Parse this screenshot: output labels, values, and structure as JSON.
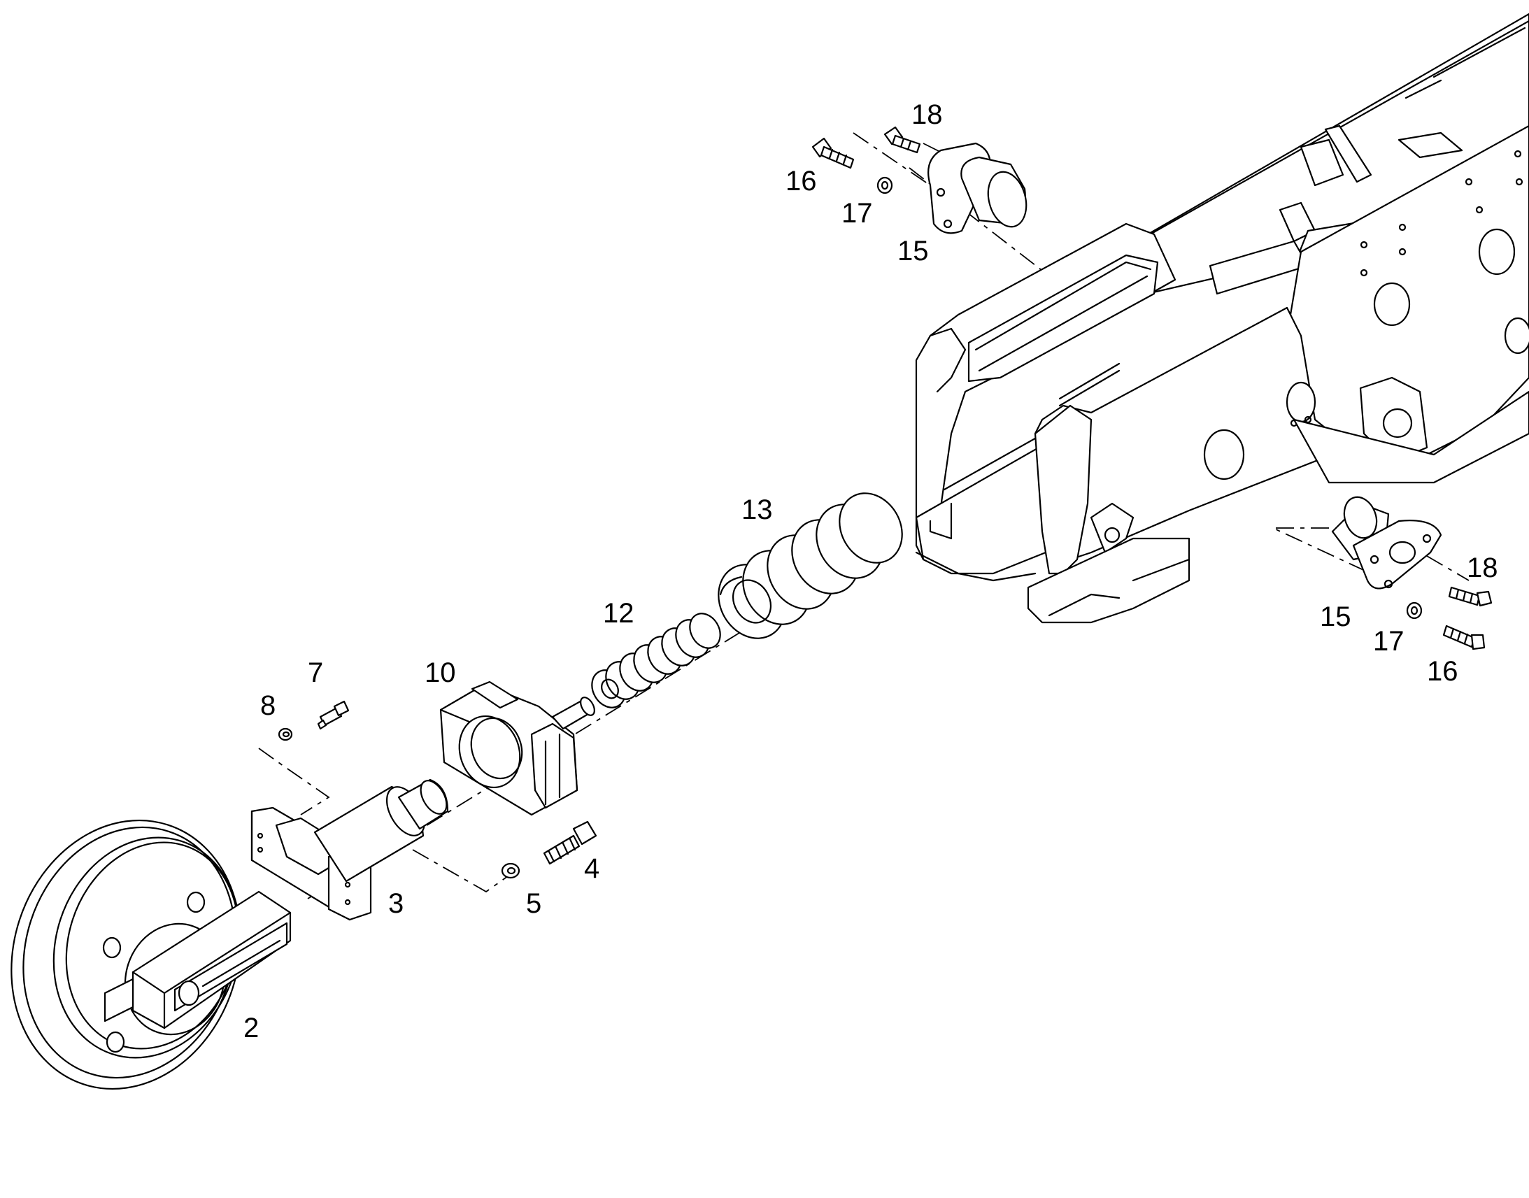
{
  "diagram": {
    "callouts": {
      "p2": "2",
      "p3": "3",
      "p4": "4",
      "p5": "5",
      "p7": "7",
      "p8": "8",
      "p10": "10",
      "p12": "12",
      "p13": "13",
      "p15a": "15",
      "p15b": "15",
      "p16a": "16",
      "p16b": "16",
      "p17a": "17",
      "p17b": "17",
      "p18a": "18",
      "p18b": "18"
    }
  }
}
